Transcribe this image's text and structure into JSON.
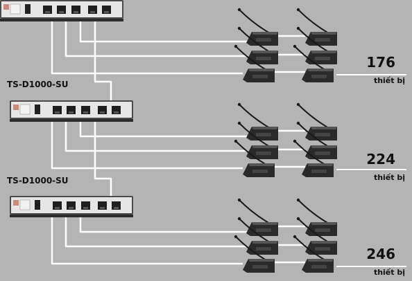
{
  "units": [
    {
      "label": ""
    },
    {
      "label": "TS-D1000-SU"
    },
    {
      "label": "TS-D1000-SU"
    }
  ],
  "groups": [
    {
      "count": "176",
      "unit_text": "thiết bị"
    },
    {
      "count": "224",
      "unit_text": "thiết bị"
    },
    {
      "count": "246",
      "unit_text": "thiết bị"
    }
  ],
  "colors": {
    "background": "#b4b4b4",
    "cable": "#ffffff",
    "box_body": "#4a4a4a",
    "box_panel": "#e6e6e6",
    "port": "#1e1e1e",
    "delegate_unit": "#2a2a2a",
    "mic": "#1a1a1a"
  },
  "icons": {
    "box": "splitter-box",
    "delegate": "conference-delegate-unit-icon",
    "port": "rj45-port-icon"
  }
}
